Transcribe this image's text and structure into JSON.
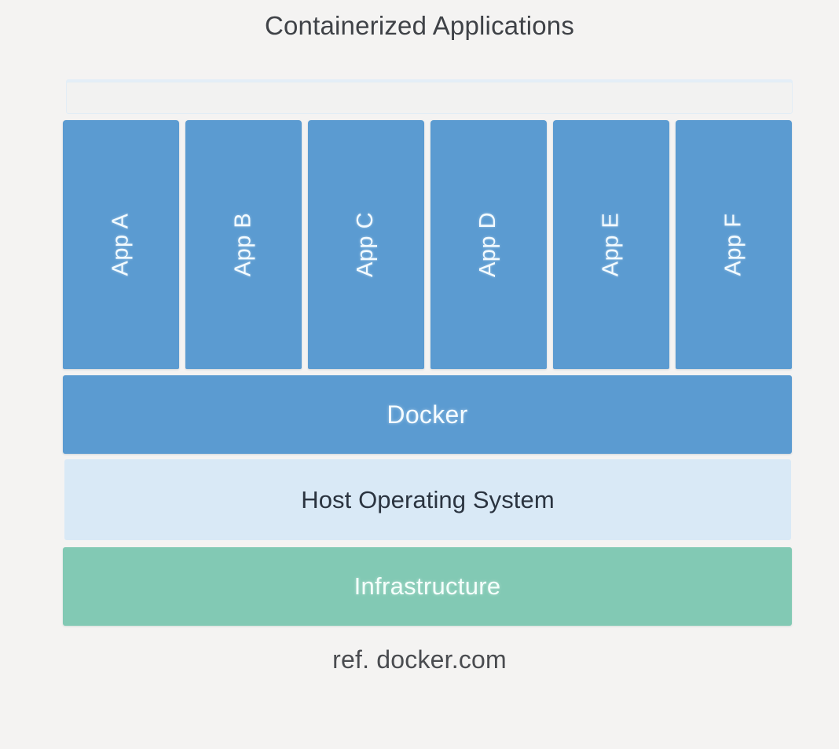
{
  "diagram": {
    "title": "Containerized Applications",
    "source_ref": "ref. docker.com",
    "colors": {
      "background": "#f4f3f2",
      "app_box": "#5b9bd1",
      "docker_bar": "#5b9bd1",
      "host_os_bar": "#d9e9f6",
      "infrastructure_bar": "#82c9b4",
      "title_text": "#3f4247",
      "host_os_text": "#2b3440",
      "light_text": "#f4fbff",
      "frame_border": "#e2edf5"
    },
    "apps": [
      {
        "label": "App A"
      },
      {
        "label": "App B"
      },
      {
        "label": "App C"
      },
      {
        "label": "App D"
      },
      {
        "label": "App E"
      },
      {
        "label": "App F"
      }
    ],
    "layers": [
      {
        "id": "docker",
        "label": "Docker"
      },
      {
        "id": "host-os",
        "label": "Host Operating System"
      },
      {
        "id": "infrastructure",
        "label": "Infrastructure"
      }
    ]
  }
}
